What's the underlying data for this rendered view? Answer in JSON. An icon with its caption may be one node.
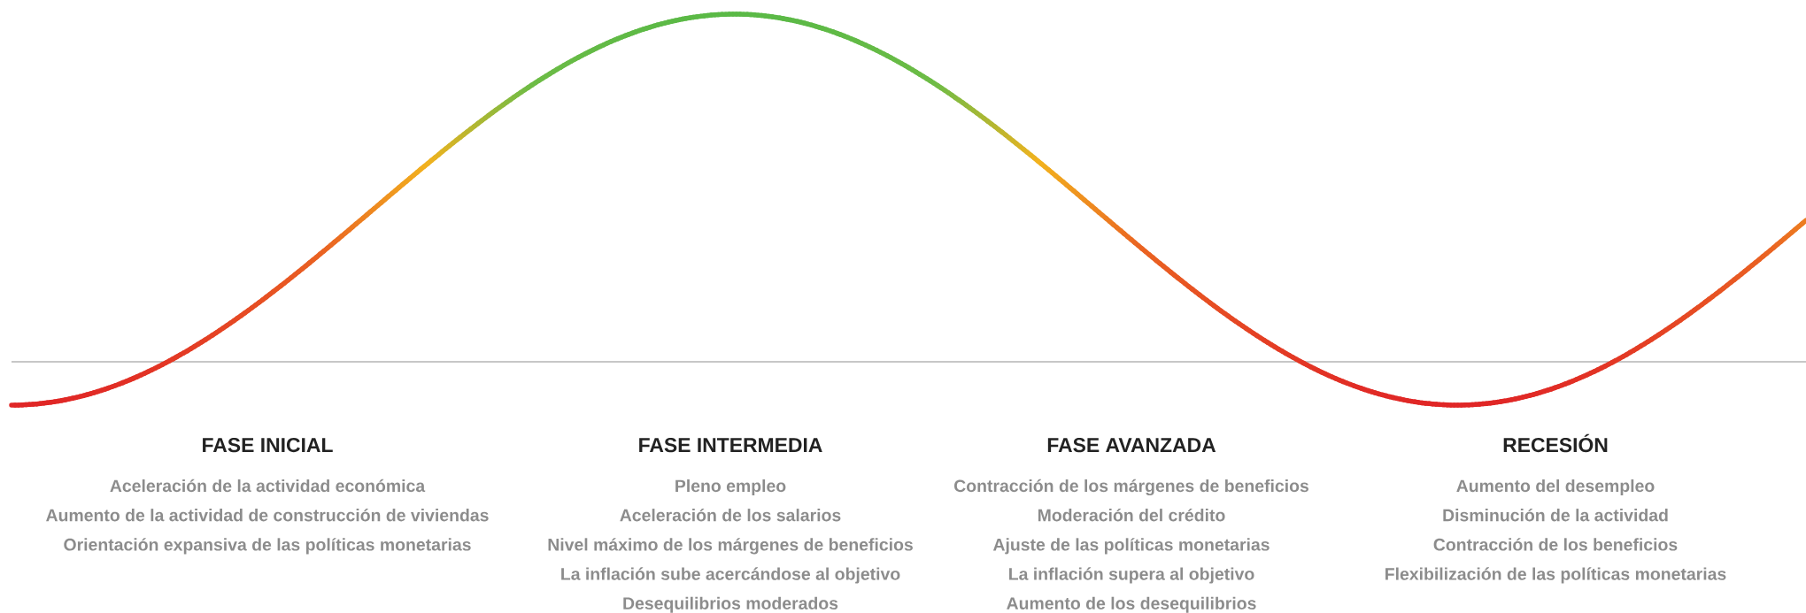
{
  "diagram": {
    "labels": [
      "FASE INICIAL",
      "Aceleración de la actividad económica",
      "Aumento de la actividad de construcción de viviendas",
      "Orientación expansiva de las políticas monetarias",
      "FASE INTERMEDIA",
      "Pleno empleo",
      "Aceleración de los salarios",
      "Nivel máximo de los márgenes de beneficios",
      "La inflación sube acercándose al objetivo",
      "Desequilibrios moderados",
      "FASE AVANZADA",
      "Contracción de los márgenes de beneficios",
      "Moderación del crédito",
      "Ajuste de las políticas monetarias",
      "La inflación supera al objetivo",
      "Aumento de los desequilibrios",
      "RECESIÓN",
      "Aumento del desempleo",
      "Disminución de la actividad",
      "Contracción de los beneficios",
      "Flexibilización de las políticas monetarias"
    ]
  }
}
